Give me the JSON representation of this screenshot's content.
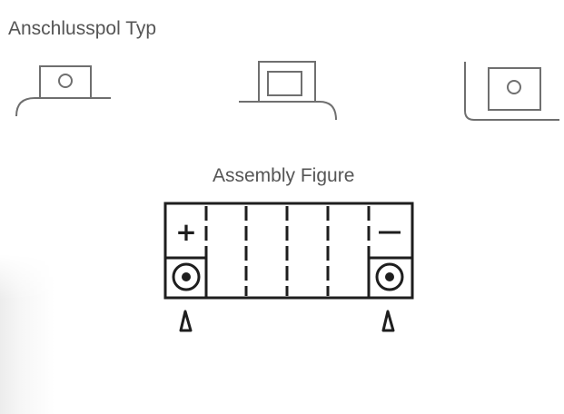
{
  "terminal_types": {
    "title": "Anschlusspol Typ",
    "items": [
      {
        "icon": "terminal-type-1-icon"
      },
      {
        "icon": "terminal-type-2-icon"
      },
      {
        "icon": "terminal-type-3-icon"
      }
    ]
  },
  "assembly": {
    "title": "Assembly Figure",
    "positive_label": "+",
    "negative_label": "−",
    "cell_count": 6,
    "positive_side": "left",
    "negative_side": "right"
  },
  "colors": {
    "heading": "#555555",
    "stroke_light": "#6f6f6f",
    "stroke_dark": "#1e1e1e"
  }
}
